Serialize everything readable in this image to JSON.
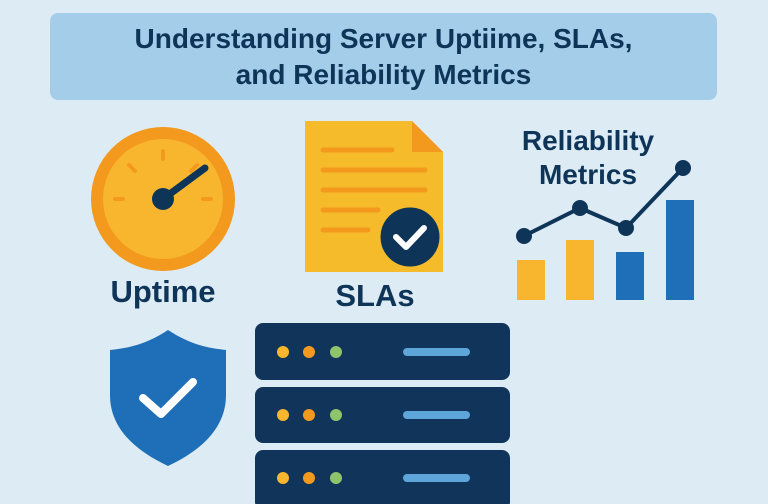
{
  "title": {
    "line1": "Understanding Server Uptiime, SLAs,",
    "line2": "and Reliability Metrics"
  },
  "sections": {
    "uptime": {
      "label": "Uptime",
      "icon": "speedometer-icon"
    },
    "slas": {
      "label": "SLAs",
      "icon": "document-check-icon"
    },
    "reliability": {
      "label_line1": "Reliability",
      "label_line2": "Metrics",
      "icon": "bar-line-chart-icon"
    },
    "security": {
      "icon": "shield-check-icon"
    },
    "server": {
      "icon": "server-rack-icon"
    }
  },
  "colors": {
    "navy": "#0e3558",
    "orange": "#f39a1e",
    "yellow": "#f7b62e",
    "blue": "#1e6fb8",
    "light_blue": "#a3cde9",
    "green": "#8fc46a"
  },
  "chart_data": {
    "type": "bar",
    "bars": [
      1,
      1.5,
      1.2,
      2.5
    ],
    "line": [
      1.6,
      2.3,
      1.8,
      3.3
    ]
  }
}
